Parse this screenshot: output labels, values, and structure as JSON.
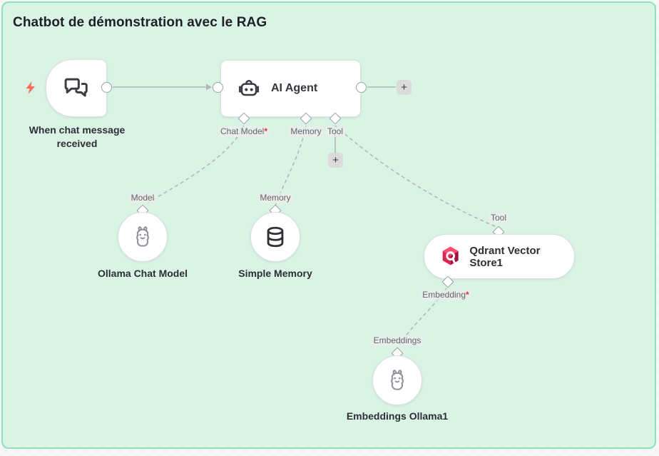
{
  "title": "Chatbot de démonstration avec le RAG",
  "required_marker": "*",
  "buttons": {
    "add_next": "+",
    "add_tool": "+"
  },
  "nodes": {
    "trigger": {
      "name": "When chat message received",
      "icon": "chat-bubbles-icon"
    },
    "agent": {
      "name": "AI Agent",
      "icon": "robot-icon",
      "ports": {
        "chat_model": "Chat Model",
        "memory": "Memory",
        "tool": "Tool"
      }
    },
    "ollama_chat_model": {
      "name": "Ollama Chat Model",
      "port_label": "Model",
      "icon": "llama-icon"
    },
    "simple_memory": {
      "name": "Simple Memory",
      "port_label": "Memory",
      "icon": "database-icon"
    },
    "qdrant": {
      "name": "Qdrant Vector Store1",
      "icon": "qdrant-logo",
      "ports": {
        "tool": "Tool",
        "embedding": "Embedding"
      }
    },
    "embeddings_ollama": {
      "name": "Embeddings Ollama1",
      "port_label": "Embeddings",
      "icon": "llama-icon"
    }
  },
  "colors": {
    "canvas_background": "#d9f3e4",
    "canvas_border": "#8fe0bb",
    "trigger_bolt": "#ff6d5a",
    "qdrant_red": "#dc244c",
    "required_red": "#e03131",
    "edge_gray": "#b5b7ba"
  }
}
